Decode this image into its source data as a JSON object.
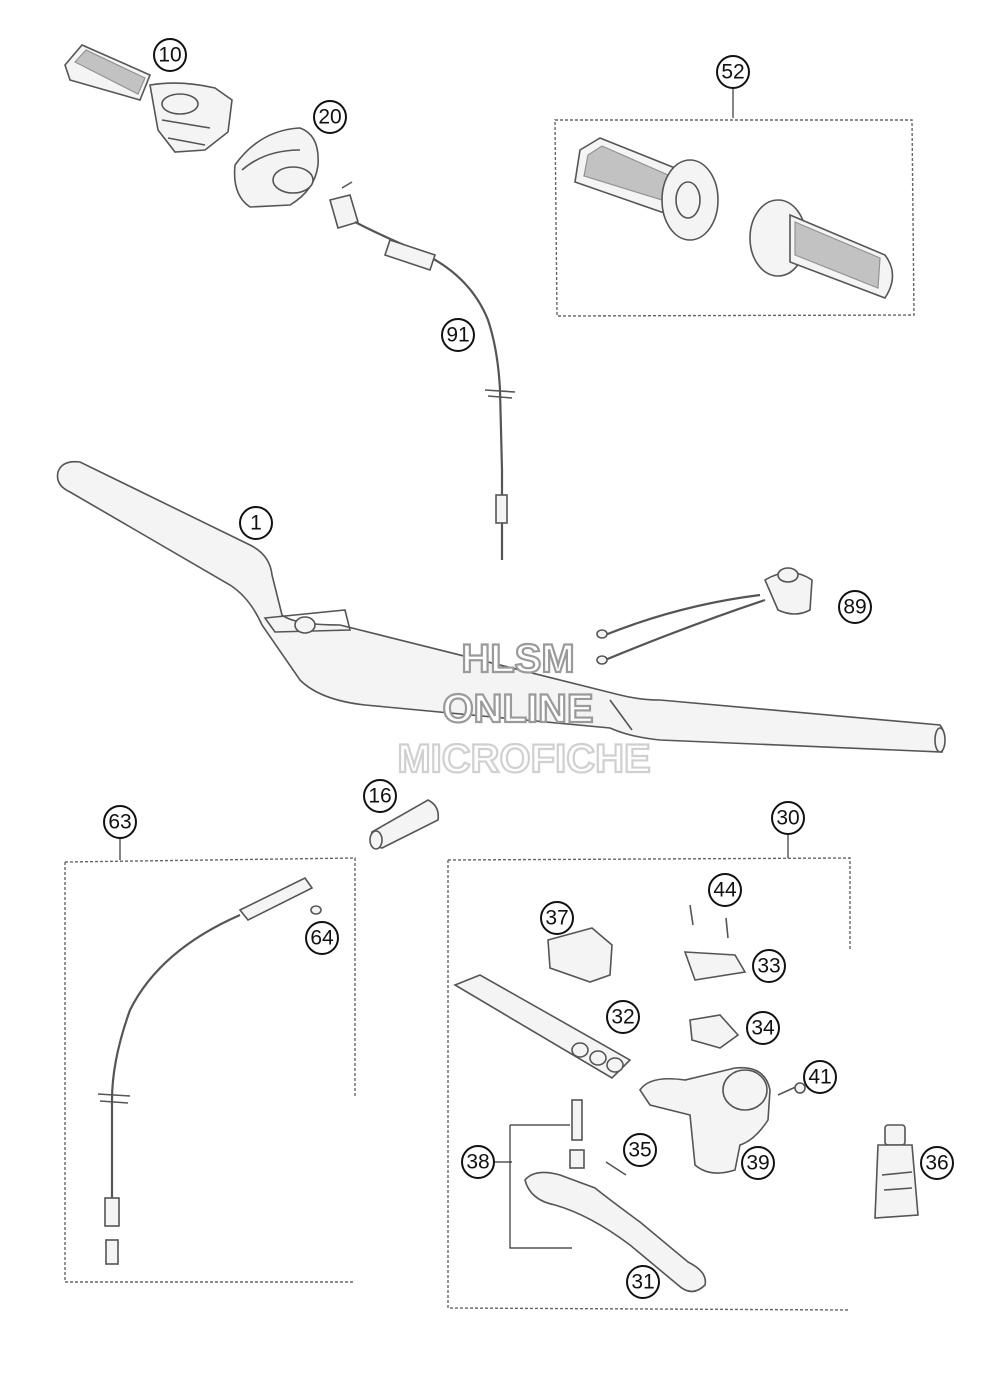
{
  "watermark": {
    "line1": "HLSM",
    "line2": "ONLINE",
    "line3": "MICROFICHE"
  },
  "callouts": {
    "c10": "10",
    "c20": "20",
    "c52": "52",
    "c91": "91",
    "c1": "1",
    "c89": "89",
    "c16": "16",
    "c63": "63",
    "c64": "64",
    "c30": "30",
    "c37": "37",
    "c44": "44",
    "c33": "33",
    "c32": "32",
    "c34": "34",
    "c41": "41",
    "c38": "38",
    "c35": "35",
    "c39": "39",
    "c36": "36",
    "c31": "31"
  },
  "colors": {
    "line": "#555555",
    "callout_stroke": "#111111",
    "watermark": "#9a9a9a"
  }
}
